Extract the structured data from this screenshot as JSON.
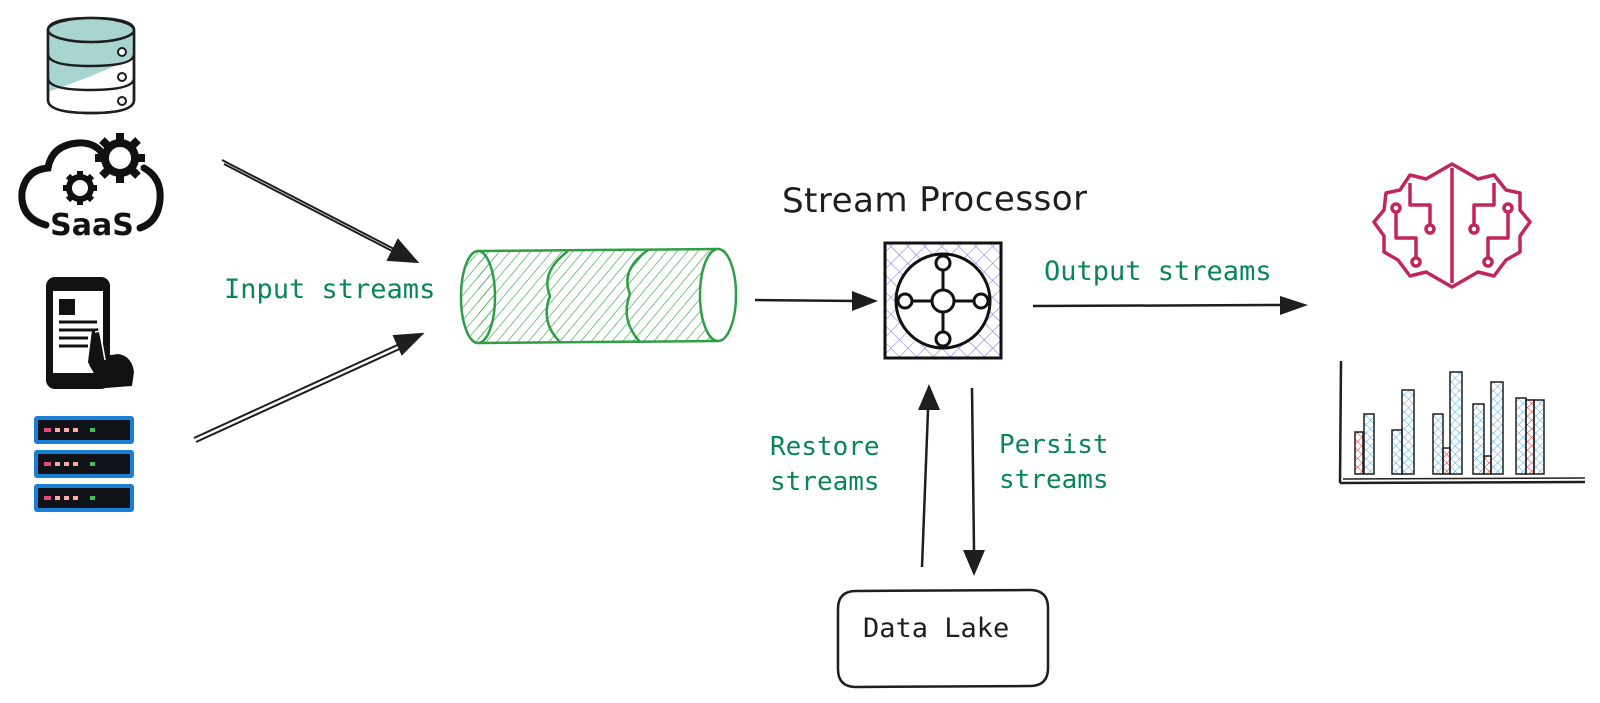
{
  "labels": {
    "input_streams": "Input streams",
    "stream_processor": "Stream Processor",
    "output_streams": "Output streams",
    "restore_streams_line1": "Restore",
    "restore_streams_line2": "streams",
    "persist_streams_line1": "Persist",
    "persist_streams_line2": "streams",
    "data_lake": "Data Lake"
  },
  "sources": {
    "items": [
      {
        "icon": "database-icon"
      },
      {
        "icon": "saas-cloud-icon",
        "text": "SaaS"
      },
      {
        "icon": "mobile-phone-icon"
      },
      {
        "icon": "server-rack-icon"
      }
    ]
  },
  "colors": {
    "stroke": "#1e1e1e",
    "label_green": "#098559",
    "queue_green": "#2f9e44",
    "processor_hatch": "#7c6cf0",
    "ml_brain": "#c2255c",
    "db_fill": "#a8d5cf",
    "server_blue": "#1a7fd4",
    "chart_blue": "#4dabf7",
    "chart_red": "#e03131"
  },
  "outputs": {
    "items": [
      {
        "icon": "ml-brain-icon"
      },
      {
        "icon": "bar-chart-icon"
      }
    ]
  }
}
